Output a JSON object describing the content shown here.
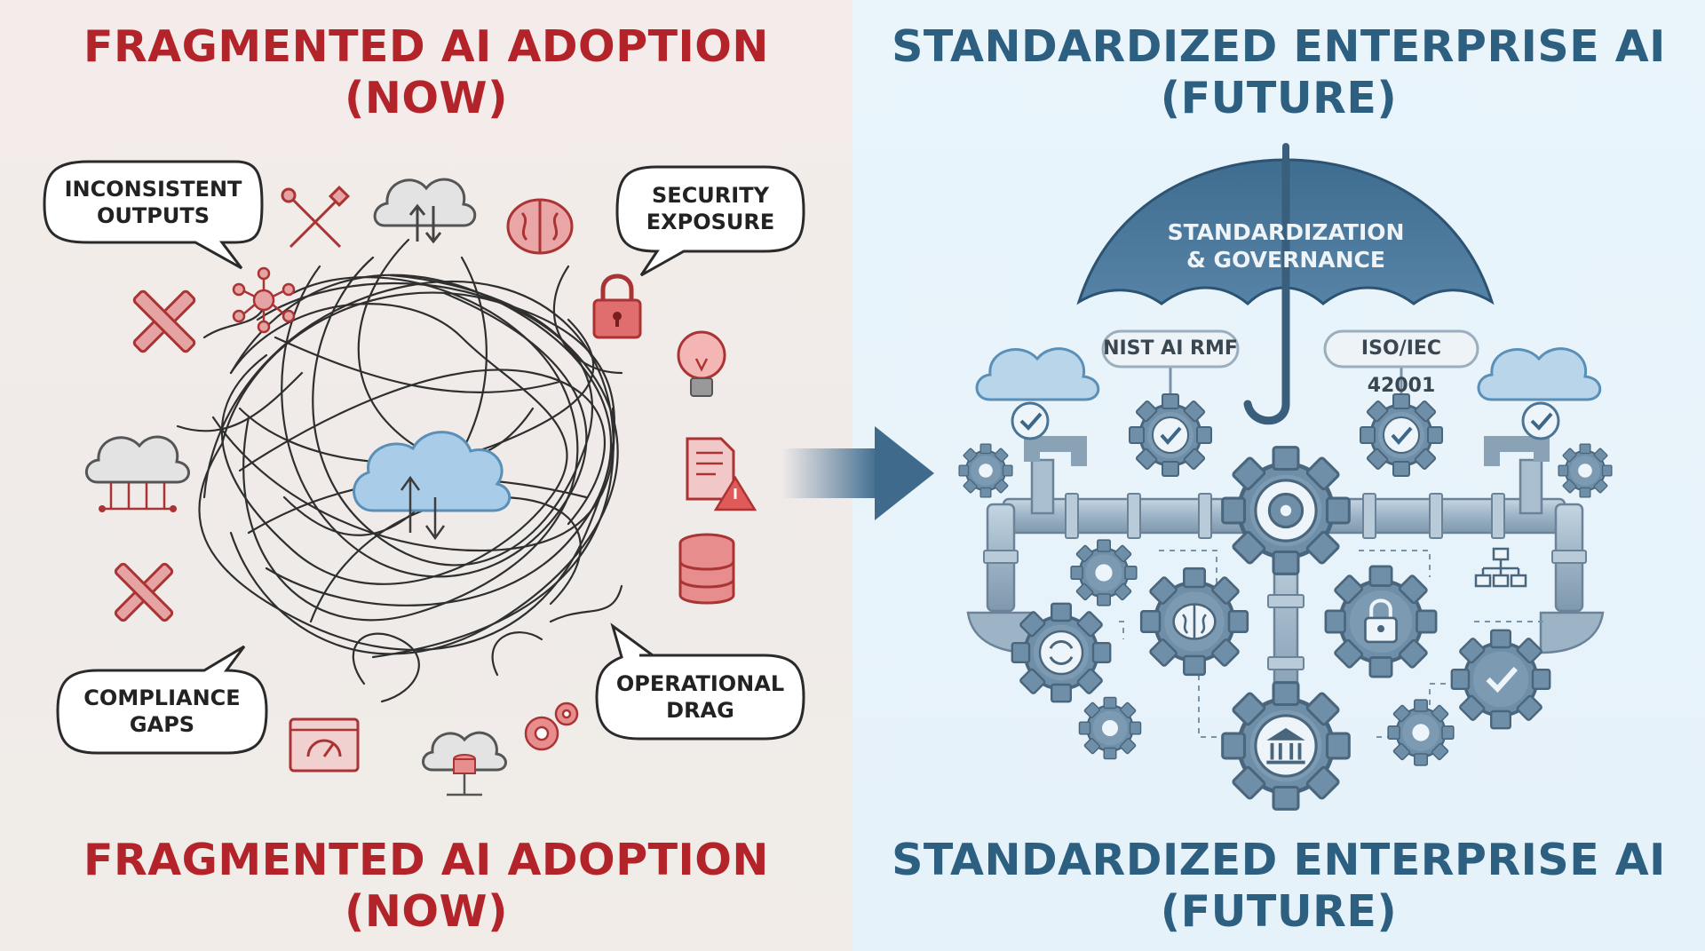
{
  "left": {
    "title_line1": "FRAGMENTED AI ADOPTION",
    "title_line2": "(NOW)",
    "bottom_line1": "FRAGMENTED AI ADOPTION",
    "bottom_line2": "(NOW)",
    "bubbles": {
      "inconsistent": [
        "INCONSISTENT",
        "OUTPUTS"
      ],
      "security": [
        "SECURITY",
        "EXPOSURE"
      ],
      "compliance": [
        "COMPLIANCE",
        "GAPS"
      ],
      "operational": [
        "OPERATIONAL",
        "DRAG"
      ]
    },
    "icons": [
      "tools-icon",
      "cloud-sync-icon",
      "brain-icon",
      "wrench-icon",
      "network-icon",
      "lock-icon",
      "lightbulb-icon",
      "cloud-network-icon",
      "document-warning-icon",
      "database-icon",
      "dashboard-icon",
      "gears-icon",
      "cloud-database-icon"
    ]
  },
  "right": {
    "title_line1": "STANDARDIZED ENTERPRISE AI",
    "title_line2": "(FUTURE)",
    "bottom_line1": "STANDARDIZED ENTERPRISE AI",
    "bottom_line2": "(FUTURE)",
    "umbrella_line1": "STANDARDIZATION",
    "umbrella_line2": "& GOVERNANCE",
    "tag_nist": "NIST AI RMF",
    "tag_iso": "ISO/IEC 42001"
  },
  "colors": {
    "left_accent": "#b3242a",
    "right_accent": "#2c5f80",
    "icon_red": "#e08a8a",
    "gear_blue": "#6f8fa8"
  }
}
